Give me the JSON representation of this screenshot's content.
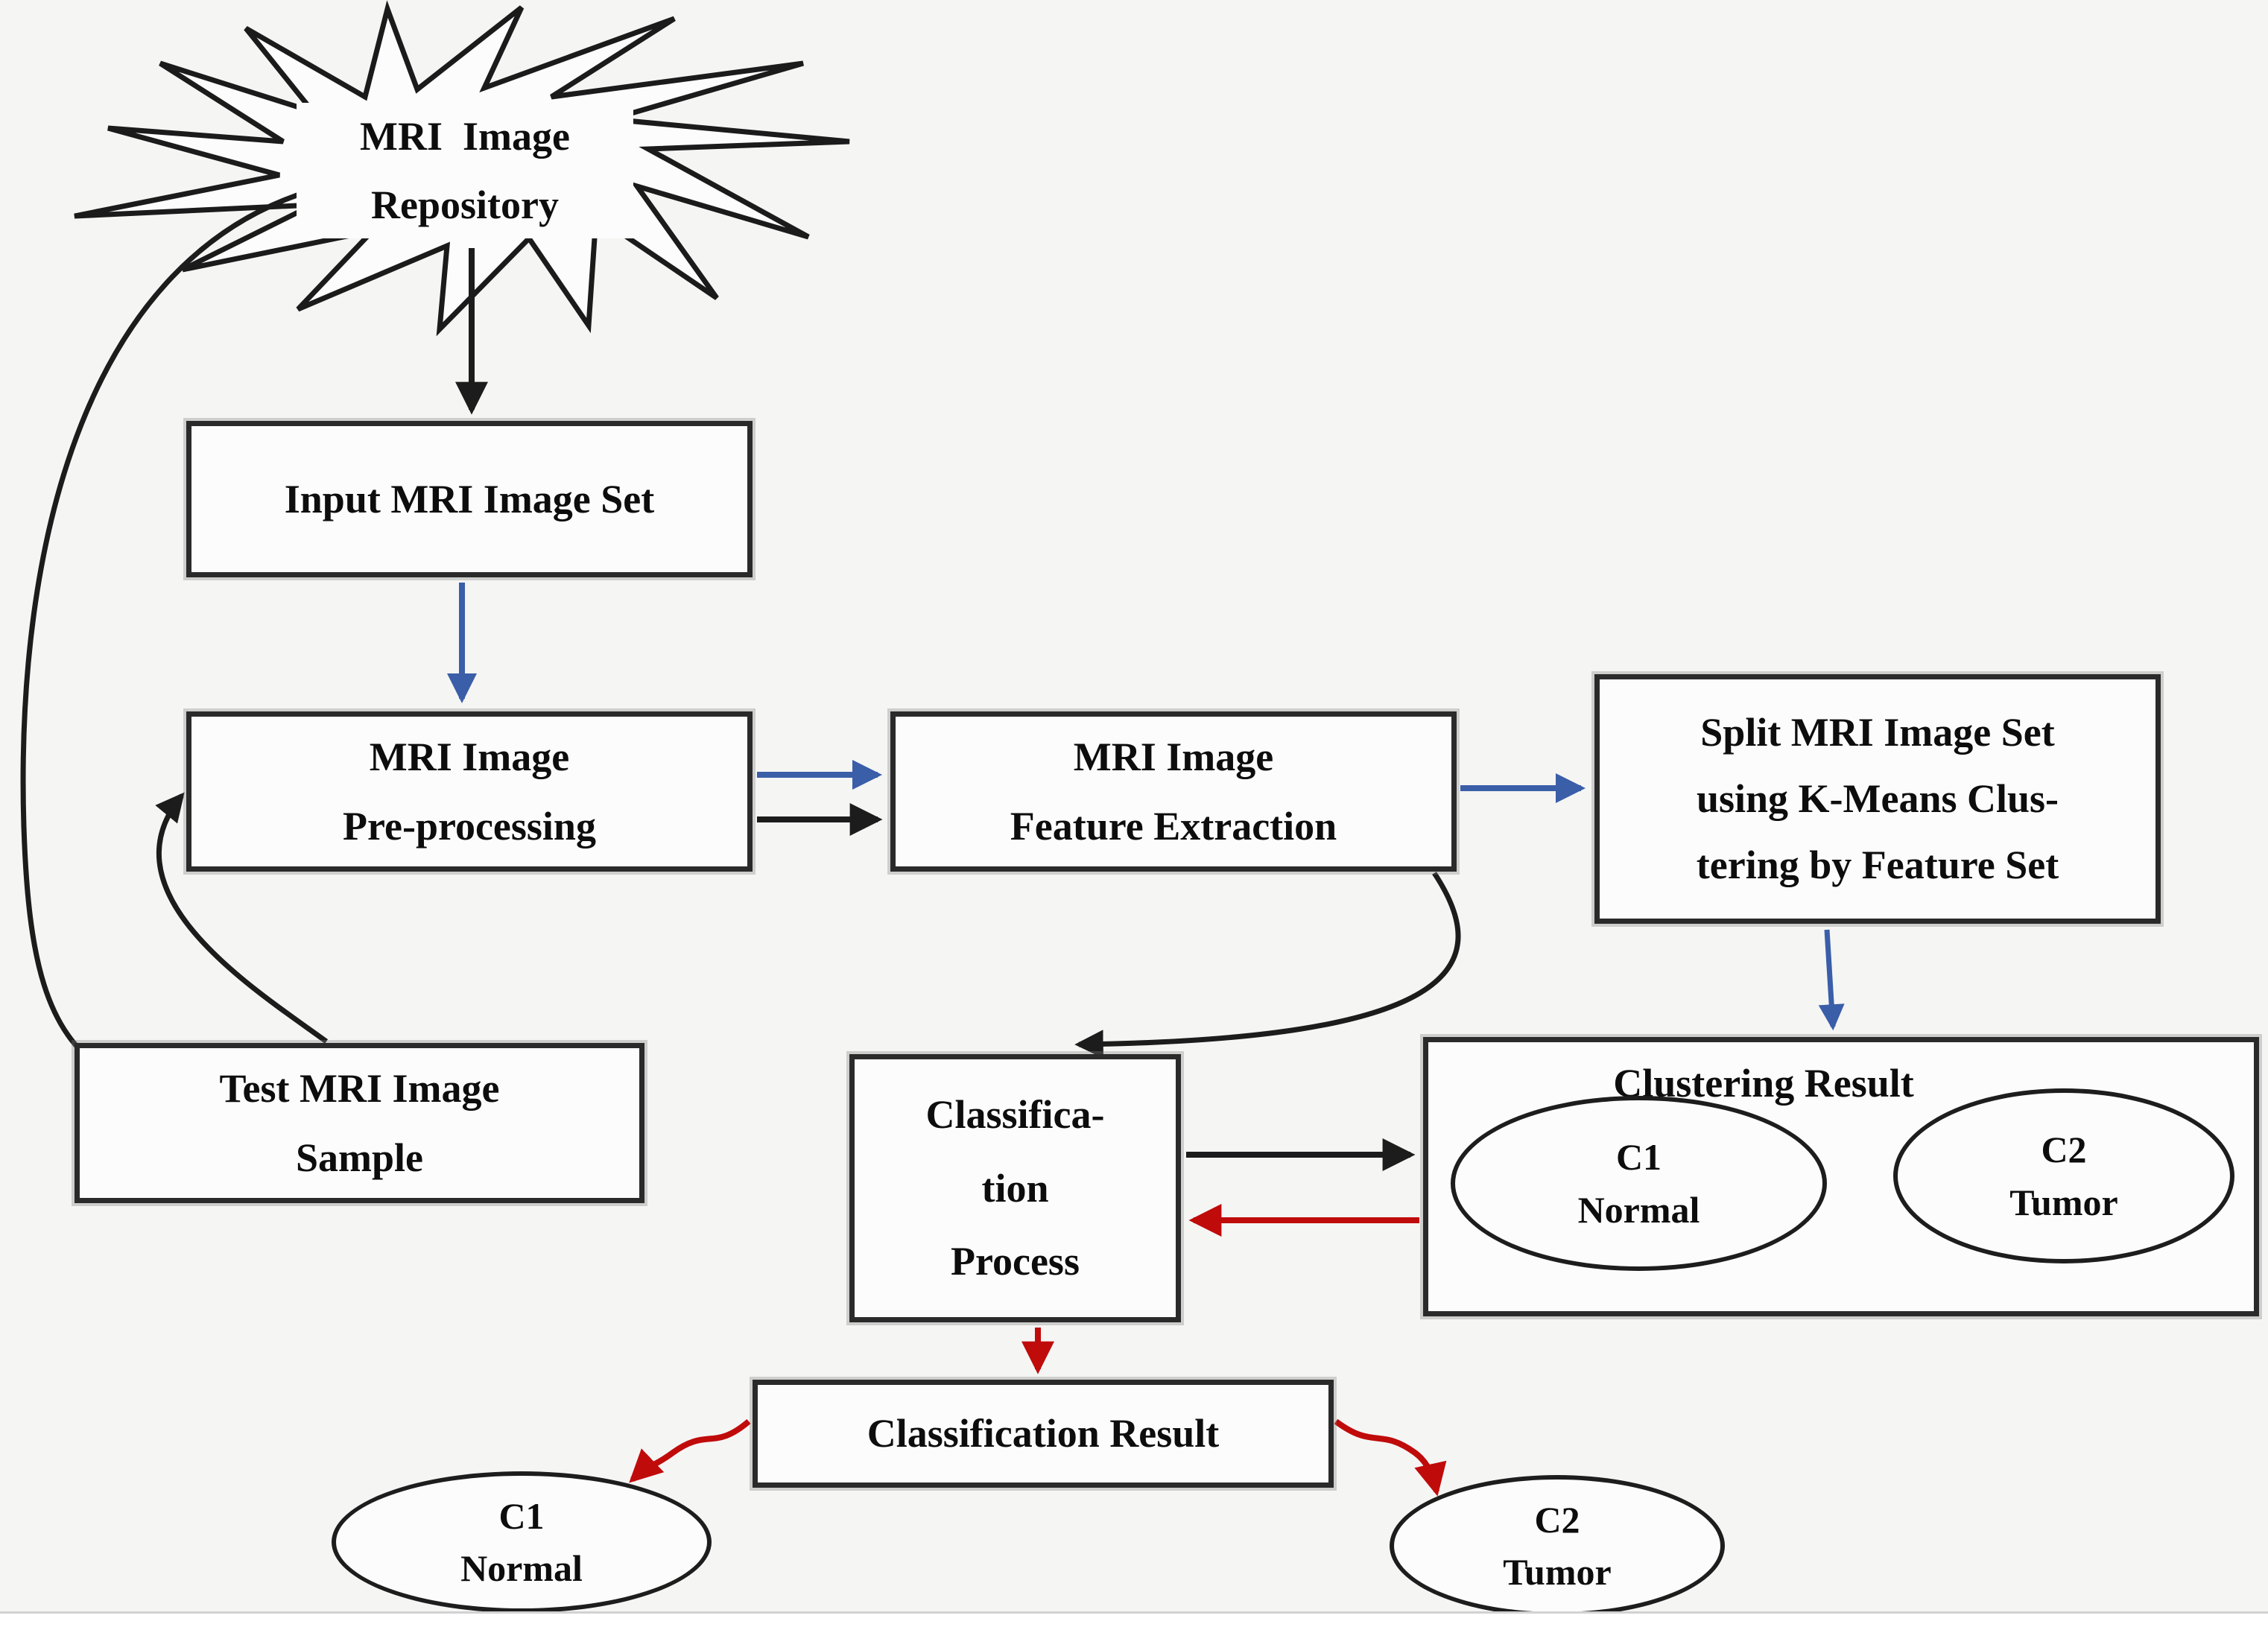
{
  "figure": {
    "colors": {
      "black": "#1c1c1c",
      "blue": "#3a5ea8",
      "red": "#c00b0b",
      "border": "#2a2a2a",
      "fill": "#fcfcfc",
      "background": "#f5f5f4"
    },
    "nodes": {
      "repository": {
        "line1": "MRI  Image",
        "line2": "Repository"
      },
      "input_set": {
        "label": "Input MRI Image Set"
      },
      "preprocessing": {
        "line1": "MRI Image",
        "line2": "Pre-processing"
      },
      "feature_extraction": {
        "line1": "MRI Image",
        "line2": "Feature Extraction"
      },
      "split_kmeans": {
        "line1": "Split MRI Image Set",
        "line2": "using K-Means Clus-",
        "line3": "tering by Feature Set"
      },
      "clustering_result": {
        "title": "Clustering Result"
      },
      "cluster_c1": {
        "line1": "C1",
        "line2": "Normal"
      },
      "cluster_c2": {
        "line1": "C2",
        "line2": "Tumor"
      },
      "classification_process": {
        "line1": "Classifica-",
        "line2": "tion",
        "line3": "Process"
      },
      "test_sample": {
        "line1": "Test MRI Image",
        "line2": "Sample"
      },
      "classification_result": {
        "label": "Classification Result"
      },
      "final_c1": {
        "line1": "C1",
        "line2": "Normal"
      },
      "final_c2": {
        "line1": "C2",
        "line2": "Tumor"
      }
    }
  }
}
